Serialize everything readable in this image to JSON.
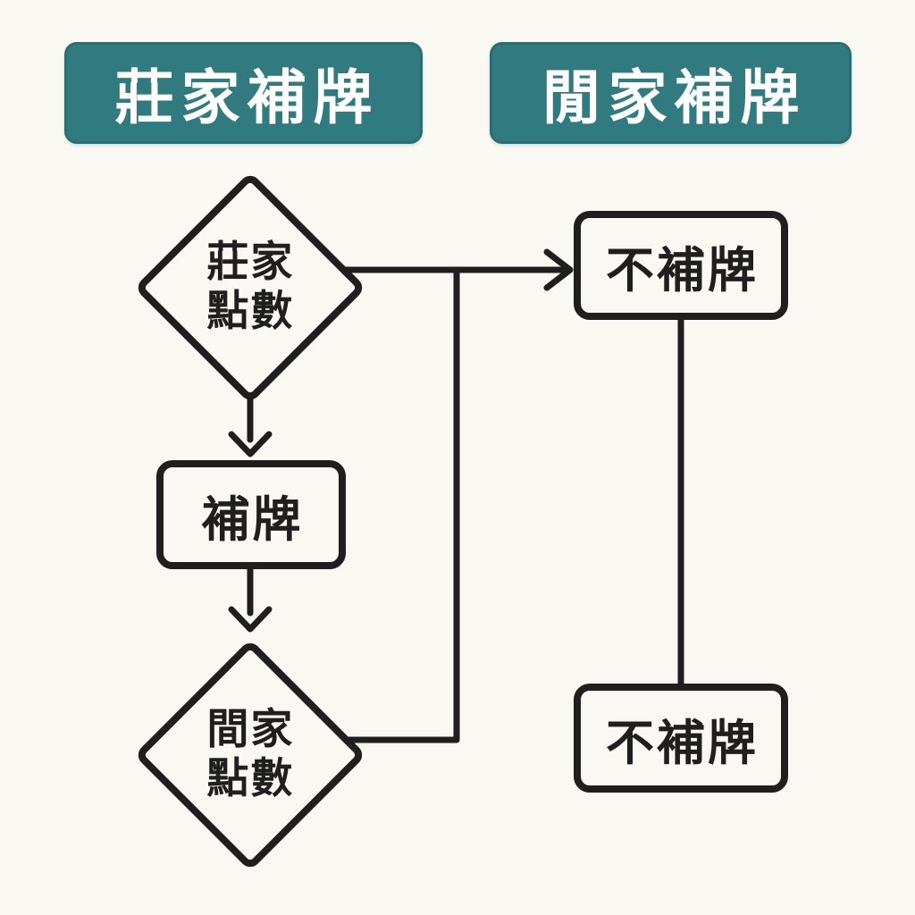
{
  "colors": {
    "background": "#faf8f3",
    "line": "#1f1f1f",
    "header_background": "#317a7f",
    "header_text": "#ffffff",
    "node_text": "#1f1f1f"
  },
  "headers": {
    "banker": "莊家補牌",
    "player": "閒家補牌"
  },
  "nodes": {
    "banker_points": {
      "line1": "莊家",
      "line2": "點數"
    },
    "draw": {
      "label": "補牌"
    },
    "player_points": {
      "line1": "間家",
      "line2": "點數"
    },
    "no_draw_top": {
      "label": "不補牌"
    },
    "no_draw_bottom": {
      "label": "不補牌"
    }
  }
}
